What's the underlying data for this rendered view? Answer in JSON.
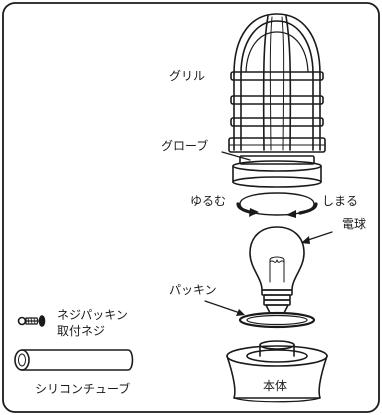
{
  "labels": {
    "grille": "グリル",
    "globe": "グローブ",
    "loosen": "ゆるむ",
    "tighten": "しまる",
    "bulb": "電球",
    "packing": "パッキン",
    "screw_line1": "ネジパッキン",
    "screw_line2": "取付ネジ",
    "silicone_tube": "シリコンチューブ",
    "main_body": "本体"
  }
}
